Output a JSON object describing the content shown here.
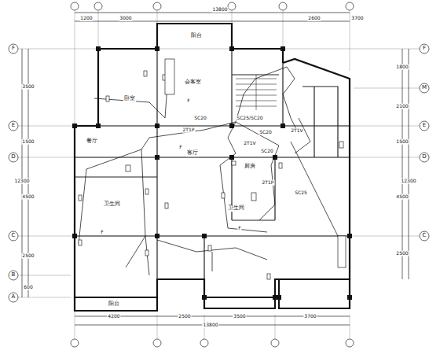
{
  "diagram": {
    "labels": [
      "F",
      "E",
      "D",
      "C",
      "B",
      "A",
      "F",
      "M",
      "E",
      "D",
      "C",
      "1200",
      "3000",
      "2600",
      "3700",
      "13800",
      "4200",
      "2500",
      "3500",
      "3700",
      "13800",
      "3500",
      "1500",
      "4500",
      "2500",
      "600",
      "12300",
      "1800",
      "2100",
      "1500",
      "4500",
      "2500",
      "12300",
      "阳台",
      "卧室",
      "会客室",
      "餐厅",
      "卫生间",
      "客厅",
      "厨房",
      "卫生间",
      "阳台",
      "SC20",
      "2T1P",
      "SC25/SC20",
      "SC20",
      "2T1V",
      "SC20",
      "2T1V",
      "2T1P",
      "SC25",
      "F",
      "F",
      "F",
      "F"
    ]
  }
}
